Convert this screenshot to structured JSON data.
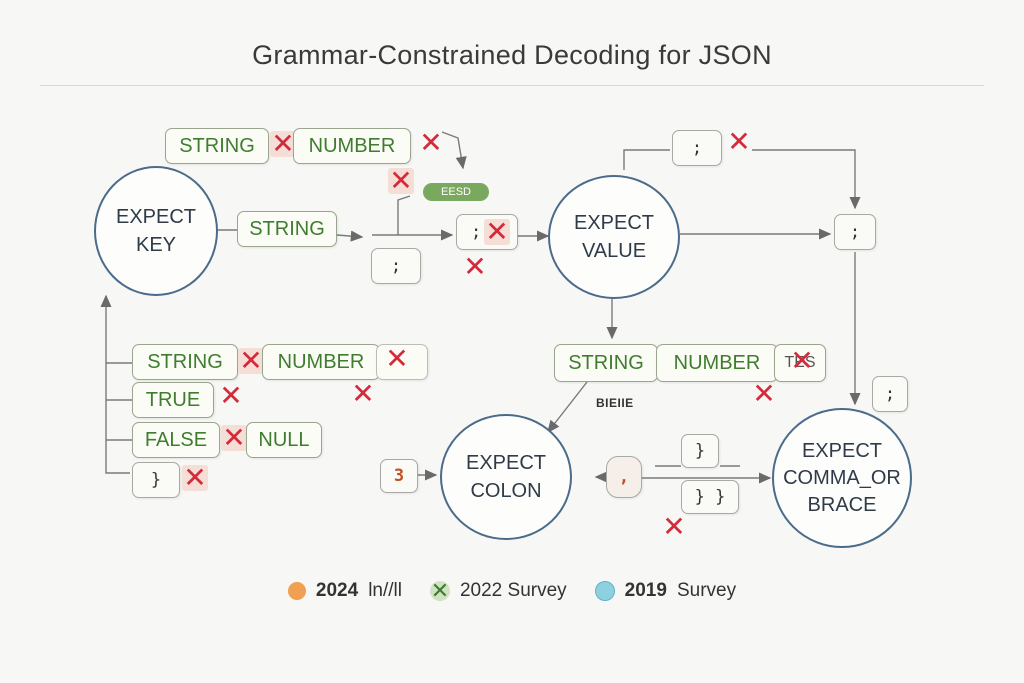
{
  "title": "Grammar-Constrained Decoding for JSON",
  "states": {
    "key": [
      "EXPECT",
      "KEY"
    ],
    "value": [
      "EXPECT",
      "VALUE"
    ],
    "colon": [
      "EXPECT",
      "COLON"
    ],
    "comma": [
      "EXPECT",
      "COMMA_OR",
      "BRACE"
    ]
  },
  "tokens": {
    "string": "STRING",
    "number": "NUMBER",
    "true": "TRUE",
    "false": "FALSE",
    "null": "NULL",
    "semicolon": ";",
    "comma": ",",
    "brace": "}",
    "brace_pair": "} }",
    "three": "3",
    "tes": "TES",
    "x_glyph": "✕"
  },
  "badge": "EESD",
  "smudge_text": "BIEIIE",
  "legend": [
    {
      "year": "2024",
      "label": "ln//ll",
      "color": "#f0a050",
      "marker": "dot"
    },
    {
      "year": "",
      "label": "2022 Survey",
      "color": "#3f7d2e",
      "marker": "x"
    },
    {
      "year": "2019",
      "label": "Survey",
      "color": "#8fd0e0",
      "marker": "dot"
    }
  ]
}
